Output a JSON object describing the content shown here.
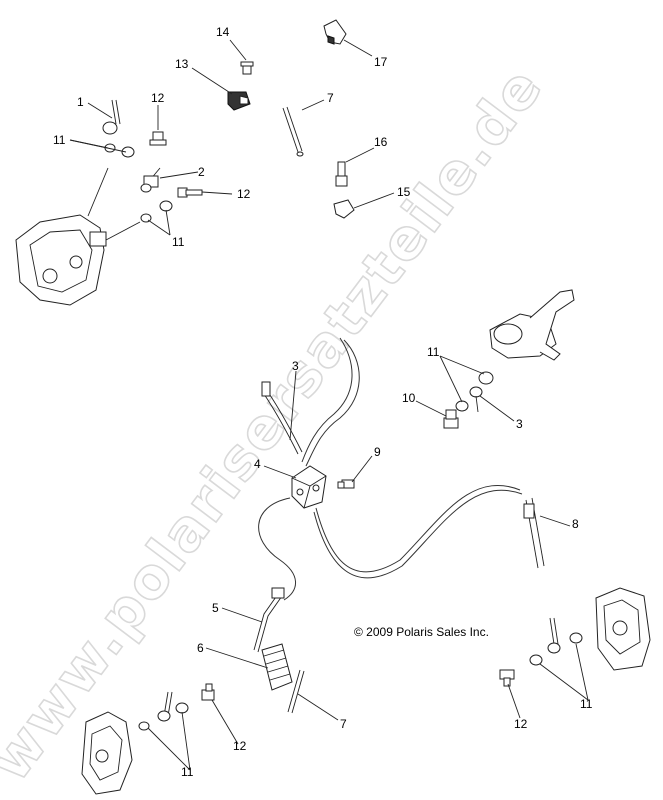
{
  "watermark": "www.polarisersatzteile.de",
  "copyright": "© 2009 Polaris Sales Inc.",
  "callouts": {
    "c1": "1",
    "c2": "2",
    "c3a": "3",
    "c3b": "3",
    "c4": "4",
    "c5": "5",
    "c6": "6",
    "c7a": "7",
    "c7b": "7",
    "c8": "8",
    "c9": "9",
    "c10": "10",
    "c11a": "11",
    "c11b": "11",
    "c11c": "11",
    "c11d": "11",
    "c11e": "11",
    "c12a": "12",
    "c12b": "12",
    "c12c": "12",
    "c12d": "12",
    "c13": "13",
    "c14": "14",
    "c15": "15",
    "c16": "16",
    "c17": "17"
  }
}
